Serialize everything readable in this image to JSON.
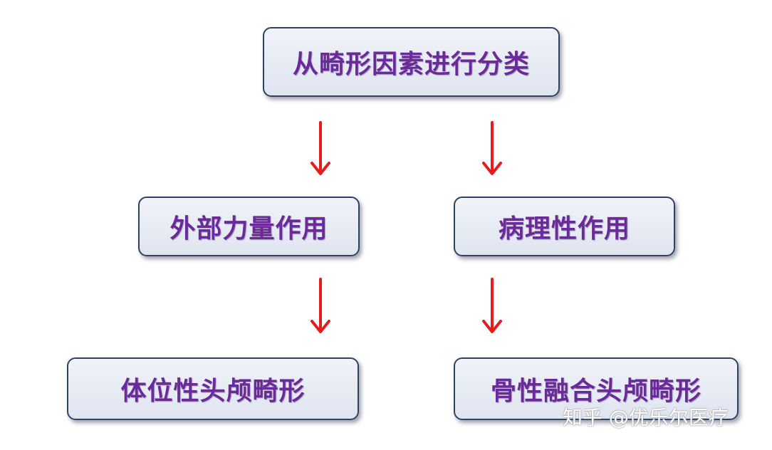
{
  "root": {
    "label": "从畸形因素进行分类"
  },
  "level2": [
    {
      "label": "外部力量作用"
    },
    {
      "label": "病理性作用"
    }
  ],
  "level3": [
    {
      "label": "体位性头颅畸形"
    },
    {
      "label": "骨性融合头颅畸形"
    }
  ],
  "watermark": "知乎 @优乐尔医疗",
  "colors": {
    "text": "#6a2a9a",
    "arrow": "#e31c1c",
    "border": "#2f4360"
  }
}
